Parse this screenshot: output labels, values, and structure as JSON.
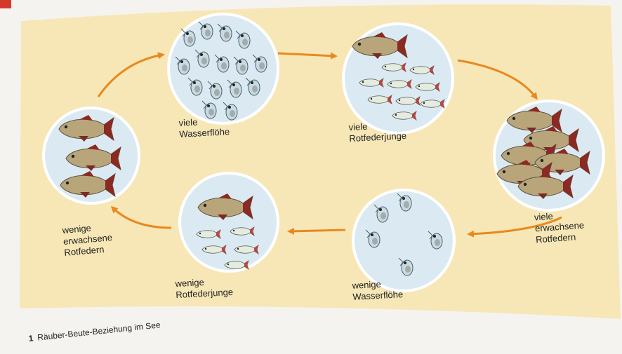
{
  "figure": {
    "caption_number": "1",
    "caption_text": "Räuber-Beute-Beziehung im See",
    "colors": {
      "background": "#f7e7b6",
      "arrow": "#e8891f",
      "circle_fill": "#dbeaf2",
      "circle_stroke": "#ffffff",
      "fish_body": "#b8a67a",
      "fish_fin": "#8a2a22"
    },
    "stages": [
      {
        "id": "many-daphnia",
        "line1": "viele",
        "line2": "Wasserflöhe",
        "line3": ""
      },
      {
        "id": "many-young",
        "line1": "viele",
        "line2": "Rotfederjunge",
        "line3": ""
      },
      {
        "id": "many-adult",
        "line1": "viele",
        "line2": "erwachsene",
        "line3": "Rotfedern"
      },
      {
        "id": "few-daphnia",
        "line1": "wenige",
        "line2": "Wasserflöhe",
        "line3": ""
      },
      {
        "id": "few-young",
        "line1": "wenige",
        "line2": "Rotfederjunge",
        "line3": ""
      },
      {
        "id": "few-adult",
        "line1": "wenige",
        "line2": "erwachsene",
        "line3": "Rotfedern"
      }
    ]
  }
}
